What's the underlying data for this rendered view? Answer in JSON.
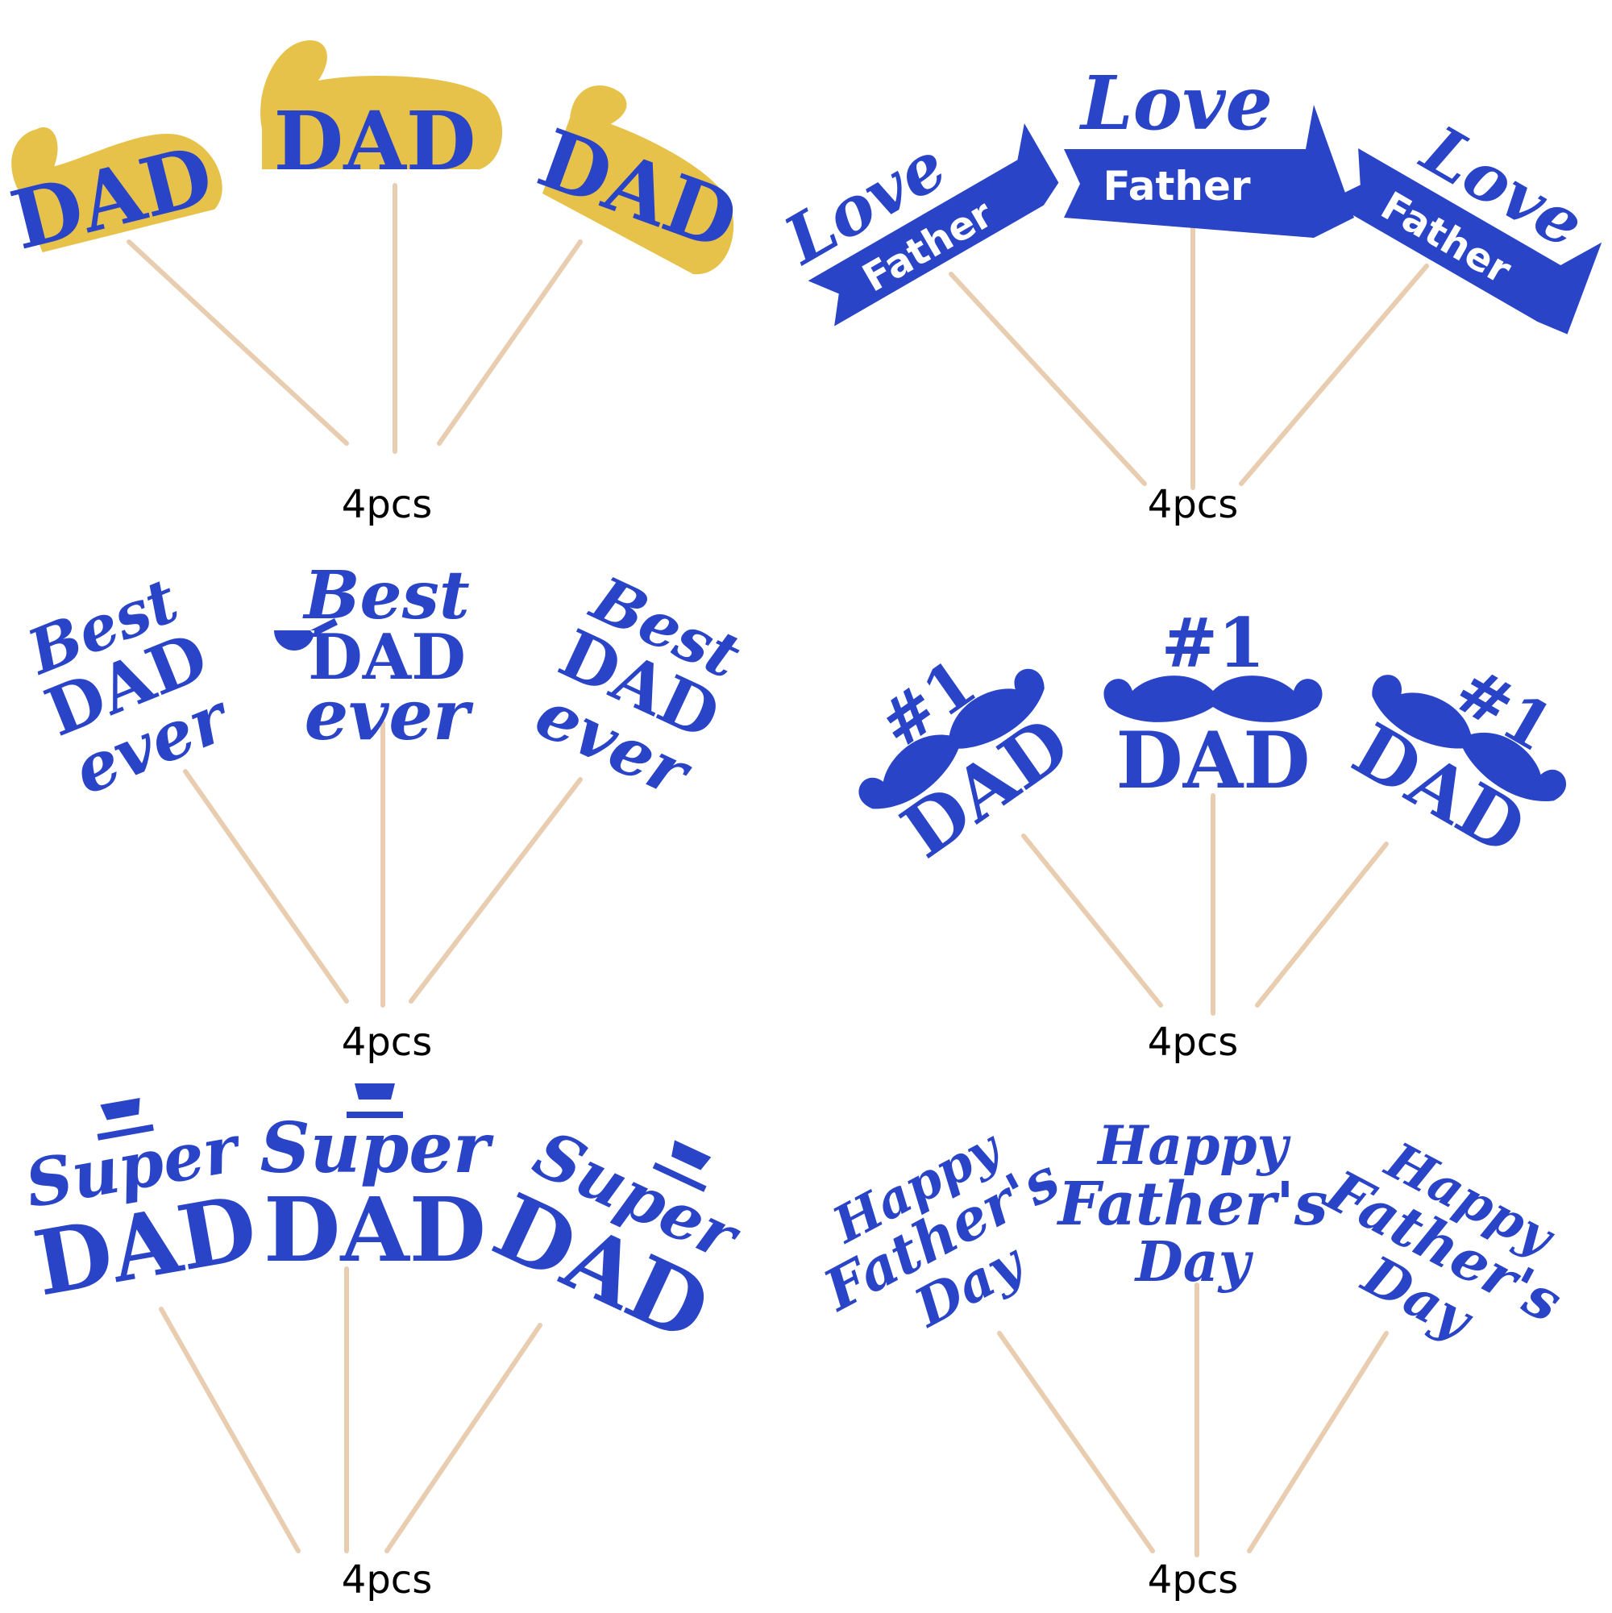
{
  "panels": [
    {
      "style": "muscle-dad",
      "caption": "4pcs",
      "toppers": [
        {
          "lines": [
            "DAD"
          ]
        },
        {
          "lines": [
            "DAD"
          ]
        },
        {
          "lines": [
            "DAD"
          ]
        }
      ]
    },
    {
      "style": "love-father",
      "caption": "4pcs",
      "toppers": [
        {
          "lines": [
            "Love",
            "Father"
          ]
        },
        {
          "lines": [
            "Love",
            "Father"
          ]
        },
        {
          "lines": [
            "Love",
            "Father"
          ]
        }
      ]
    },
    {
      "style": "best-dad-ever",
      "caption": "4pcs",
      "toppers": [
        {
          "lines": [
            "Best",
            "DAD",
            "ever"
          ]
        },
        {
          "lines": [
            "Best",
            "DAD",
            "ever"
          ]
        },
        {
          "lines": [
            "Best",
            "DAD",
            "ever"
          ]
        }
      ]
    },
    {
      "style": "number-one-dad",
      "caption": "4pcs",
      "toppers": [
        {
          "lines": [
            "#1",
            "DAD"
          ]
        },
        {
          "lines": [
            "#1",
            "DAD"
          ]
        },
        {
          "lines": [
            "#1",
            "DAD"
          ]
        }
      ]
    },
    {
      "style": "super-dad",
      "caption": "4pcs",
      "toppers": [
        {
          "lines": [
            "Super",
            "DAD"
          ]
        },
        {
          "lines": [
            "Super",
            "DAD"
          ]
        },
        {
          "lines": [
            "Super",
            "DAD"
          ]
        }
      ]
    },
    {
      "style": "happy-fathers-day",
      "caption": "4pcs",
      "toppers": [
        {
          "lines": [
            "Happy",
            "Father's",
            "Day"
          ]
        },
        {
          "lines": [
            "Happy",
            "Father's",
            "Day"
          ]
        },
        {
          "lines": [
            "Happy",
            "Father's",
            "Day"
          ]
        }
      ]
    }
  ],
  "colors": {
    "glitter_blue": "#2a44c8",
    "glitter_gold": "#e6c24a",
    "toothpick": "#e9cdb0",
    "background": "#ffffff"
  }
}
